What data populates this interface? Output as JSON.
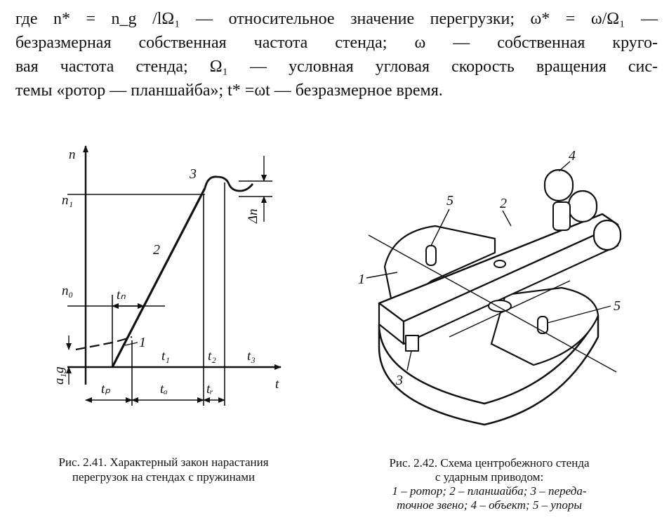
{
  "paragraph": {
    "line1": "где n* = n_g /lΩ₁ — относительное значение перегрузки; ω* = ω/Ω₁ —",
    "line2": "безразмерная собственная частота стенда; ω — собственная круго-",
    "line3": "вая частота стенда; Ω₁ — условная угловая скорость вращения сис-",
    "line4": "темы «ротор — планшайба»; t* =ωt — безразмерное время."
  },
  "figure_241": {
    "labels": {
      "n": "n",
      "t": "t",
      "n1": "n₁",
      "n0": "n₀",
      "delta_n": "Δn",
      "tn": "tₙ",
      "t1": "t₁",
      "t2": "t₂",
      "t3": "t₃",
      "tp": "tₚ",
      "ta": "tₐ",
      "tr": "tᵣ",
      "a1g": "a₁g",
      "curve_1": "1",
      "curve_2": "2",
      "curve_3": "3"
    },
    "caption_line1": "Рис. 2.41. Характерный закон нарастания",
    "caption_line2": "перегрузок на стендах с пружинами"
  },
  "figure_242": {
    "labels": {
      "n1": "1",
      "n2": "2",
      "n3": "3",
      "n4": "4",
      "n5a": "5",
      "n5b": "5"
    },
    "caption_line1": "Рис. 2.42. Схема центробежного стенда",
    "caption_line2": "с ударным приводом:",
    "legend_line1": "1 – ротор; 2 – планшайба; 3 – переда-",
    "legend_line2": "точное звено; 4 – объект; 5 – упоры"
  }
}
